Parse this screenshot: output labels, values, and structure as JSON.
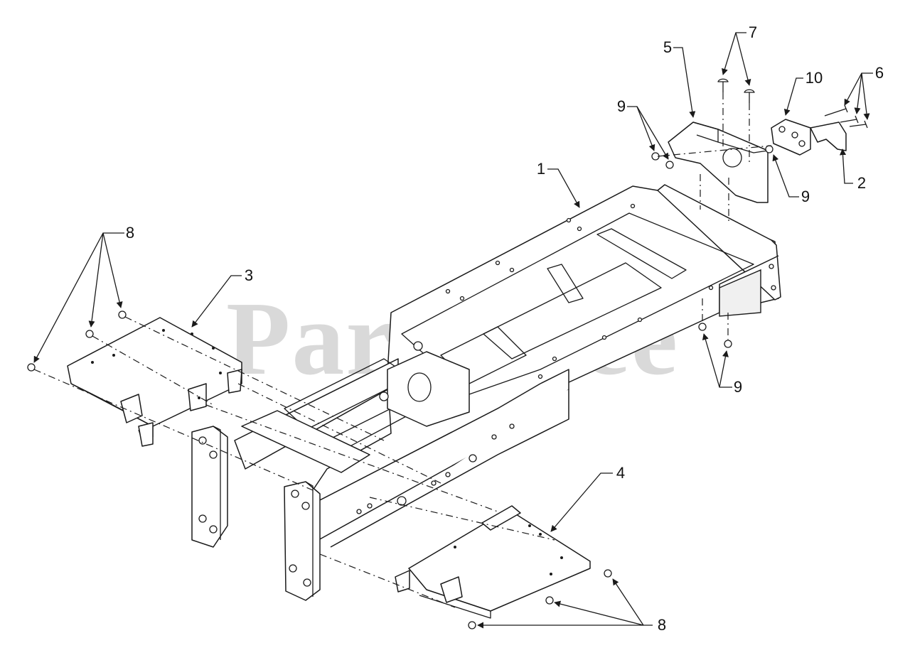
{
  "watermark": "PartsTree",
  "callouts": {
    "c1": "1",
    "c2": "2",
    "c3": "3",
    "c4": "4",
    "c5": "5",
    "c6": "6",
    "c7": "7",
    "c8_left": "8",
    "c8_bottom": "8",
    "c9_top_left": "9",
    "c9_top_right": "9",
    "c9_right": "9",
    "c10": "10"
  },
  "colors": {
    "line": "#1a1a1a",
    "background": "#ffffff",
    "watermark": "#d9d9d9"
  }
}
